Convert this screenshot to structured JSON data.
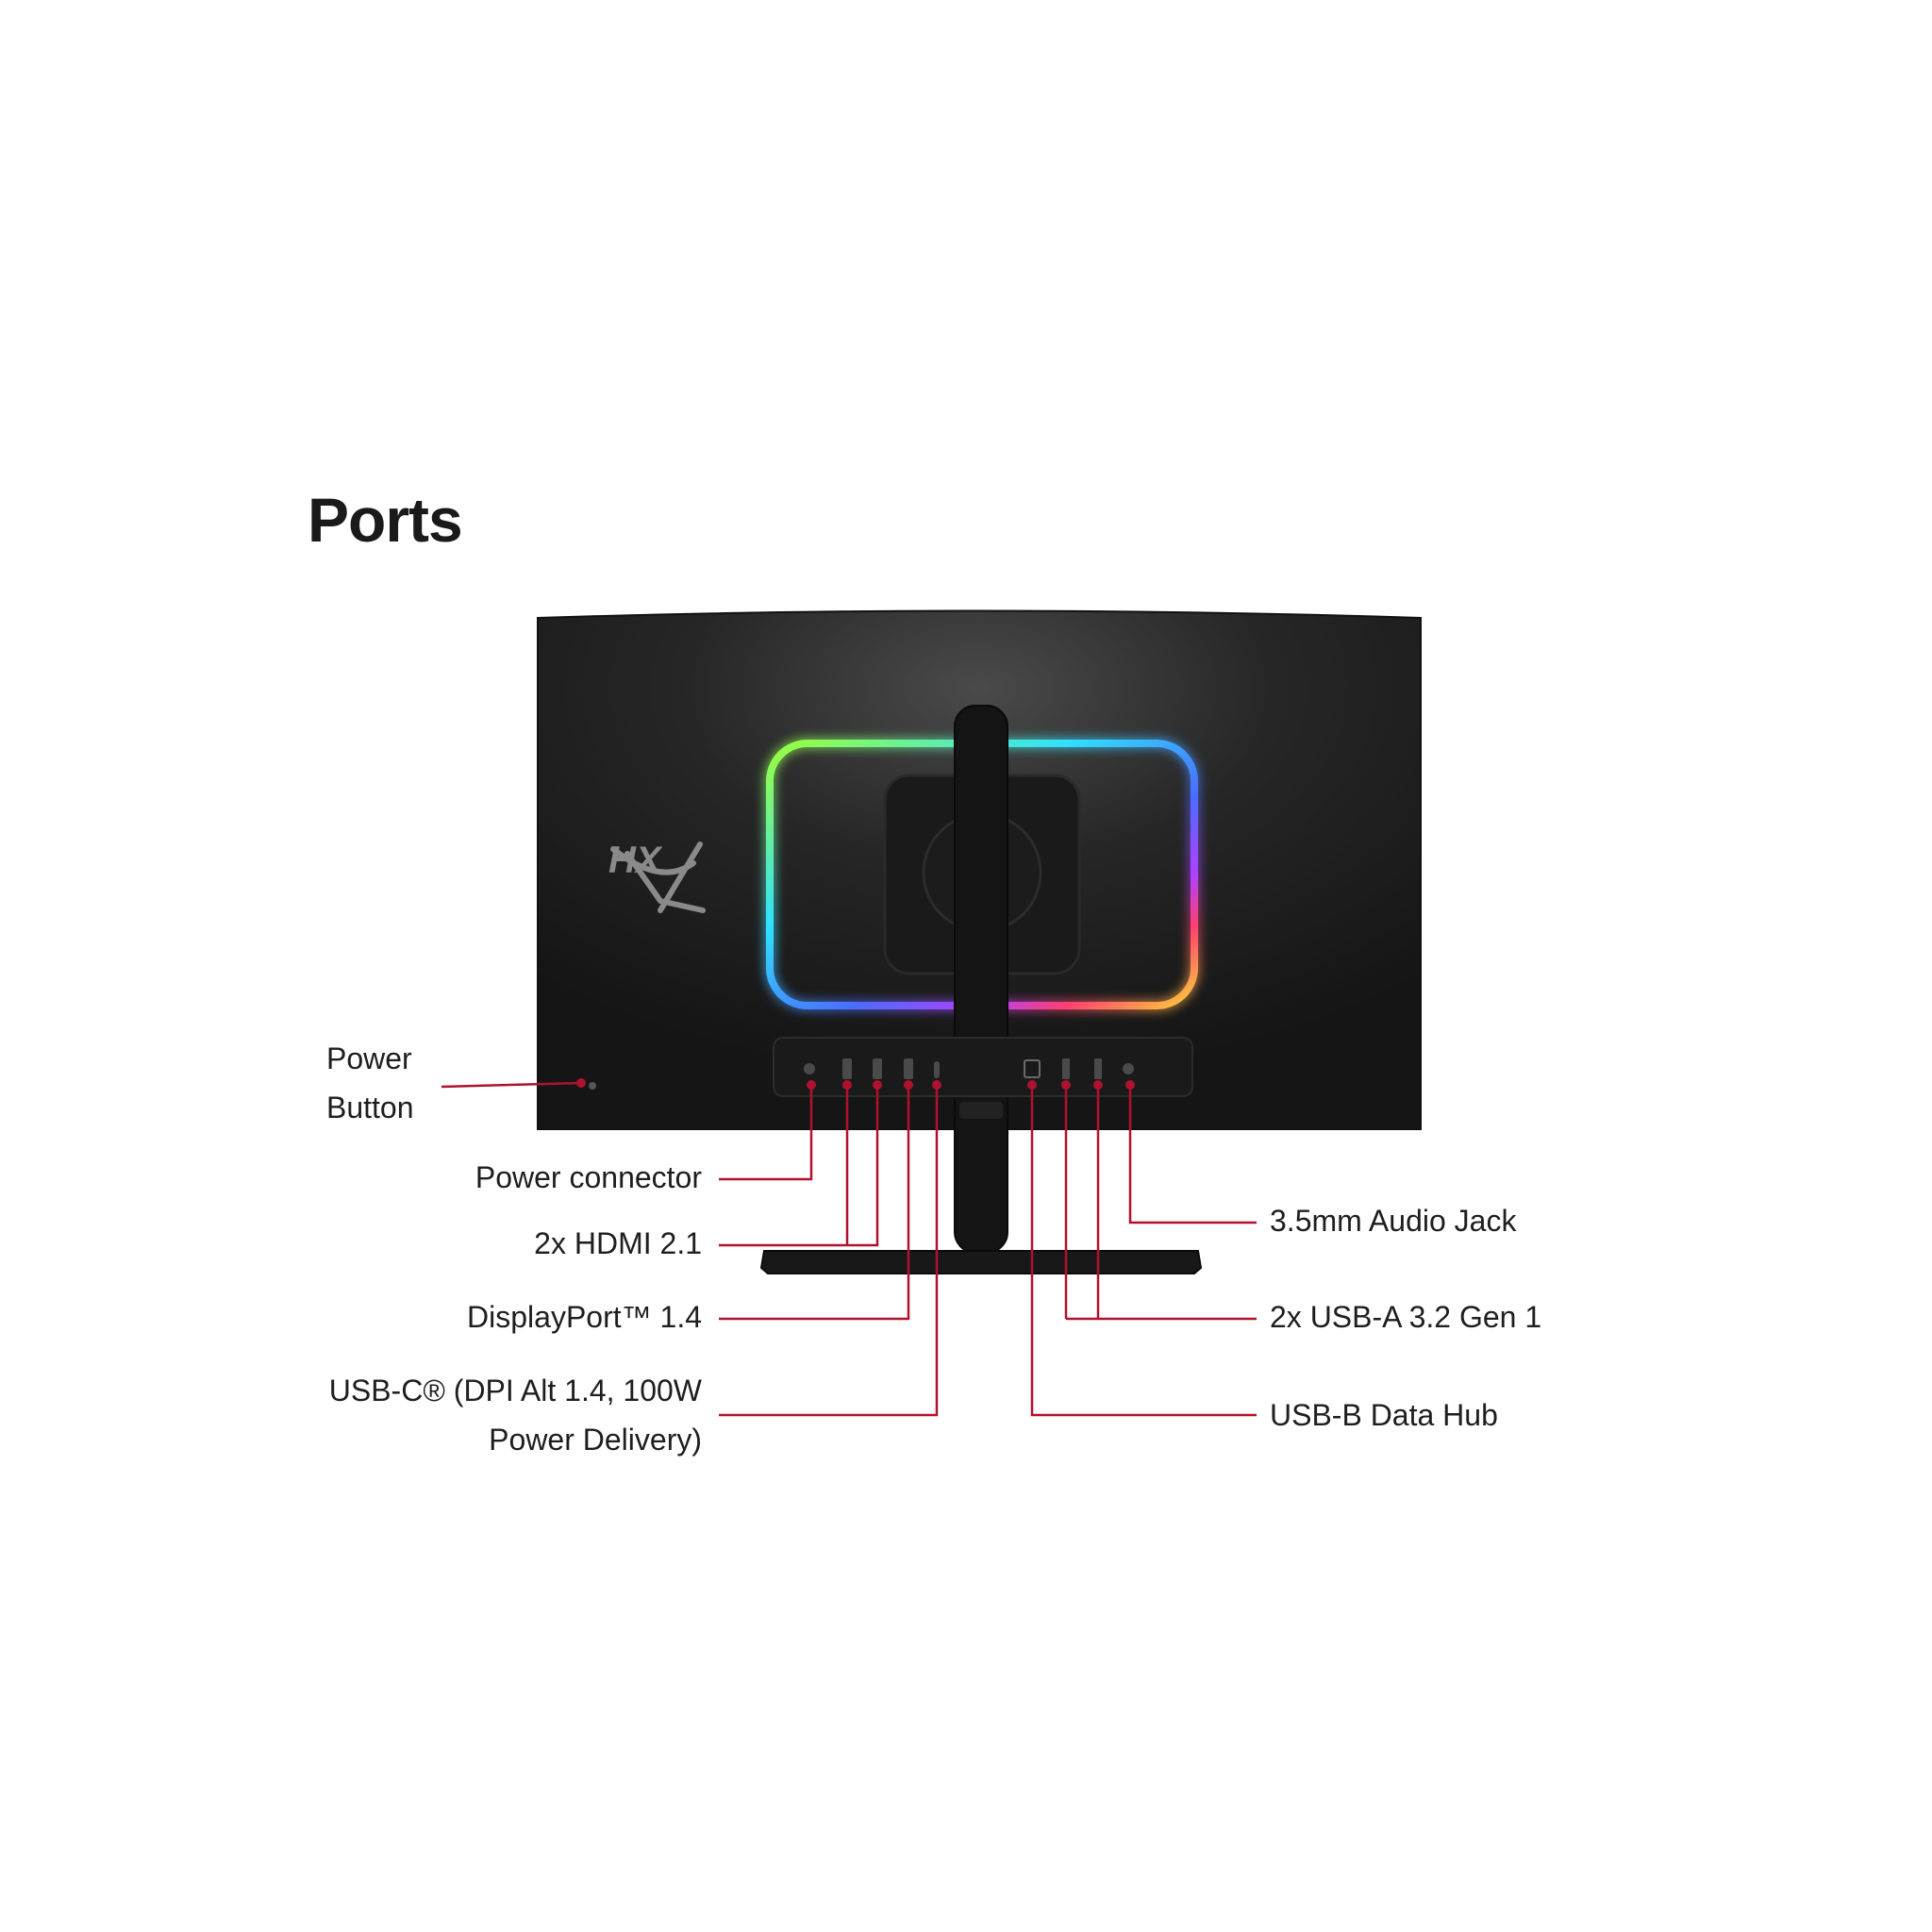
{
  "title": "Ports",
  "brand_logo_text": "HX",
  "callouts": {
    "power_button_line1": "Power",
    "power_button_line2": "Button",
    "power_connector": "Power connector",
    "hdmi": "2x HDMI 2.1",
    "displayport": "DisplayPort™ 1.4",
    "usbc_line1": "USB-C® (DPI Alt 1.4, 100W",
    "usbc_line2": "Power Delivery)",
    "audio_jack": "3.5mm Audio Jack",
    "usb_a": "2x USB-A 3.2 Gen 1",
    "usb_b": "USB-B Data Hub"
  },
  "colors": {
    "callout_line": "#b0122e",
    "monitor_body": "#1c1c1c",
    "rgb_ring": [
      "#9cff3a",
      "#30e0ff",
      "#4a6cff",
      "#b040ff",
      "#ff4070",
      "#ffd23a"
    ]
  }
}
